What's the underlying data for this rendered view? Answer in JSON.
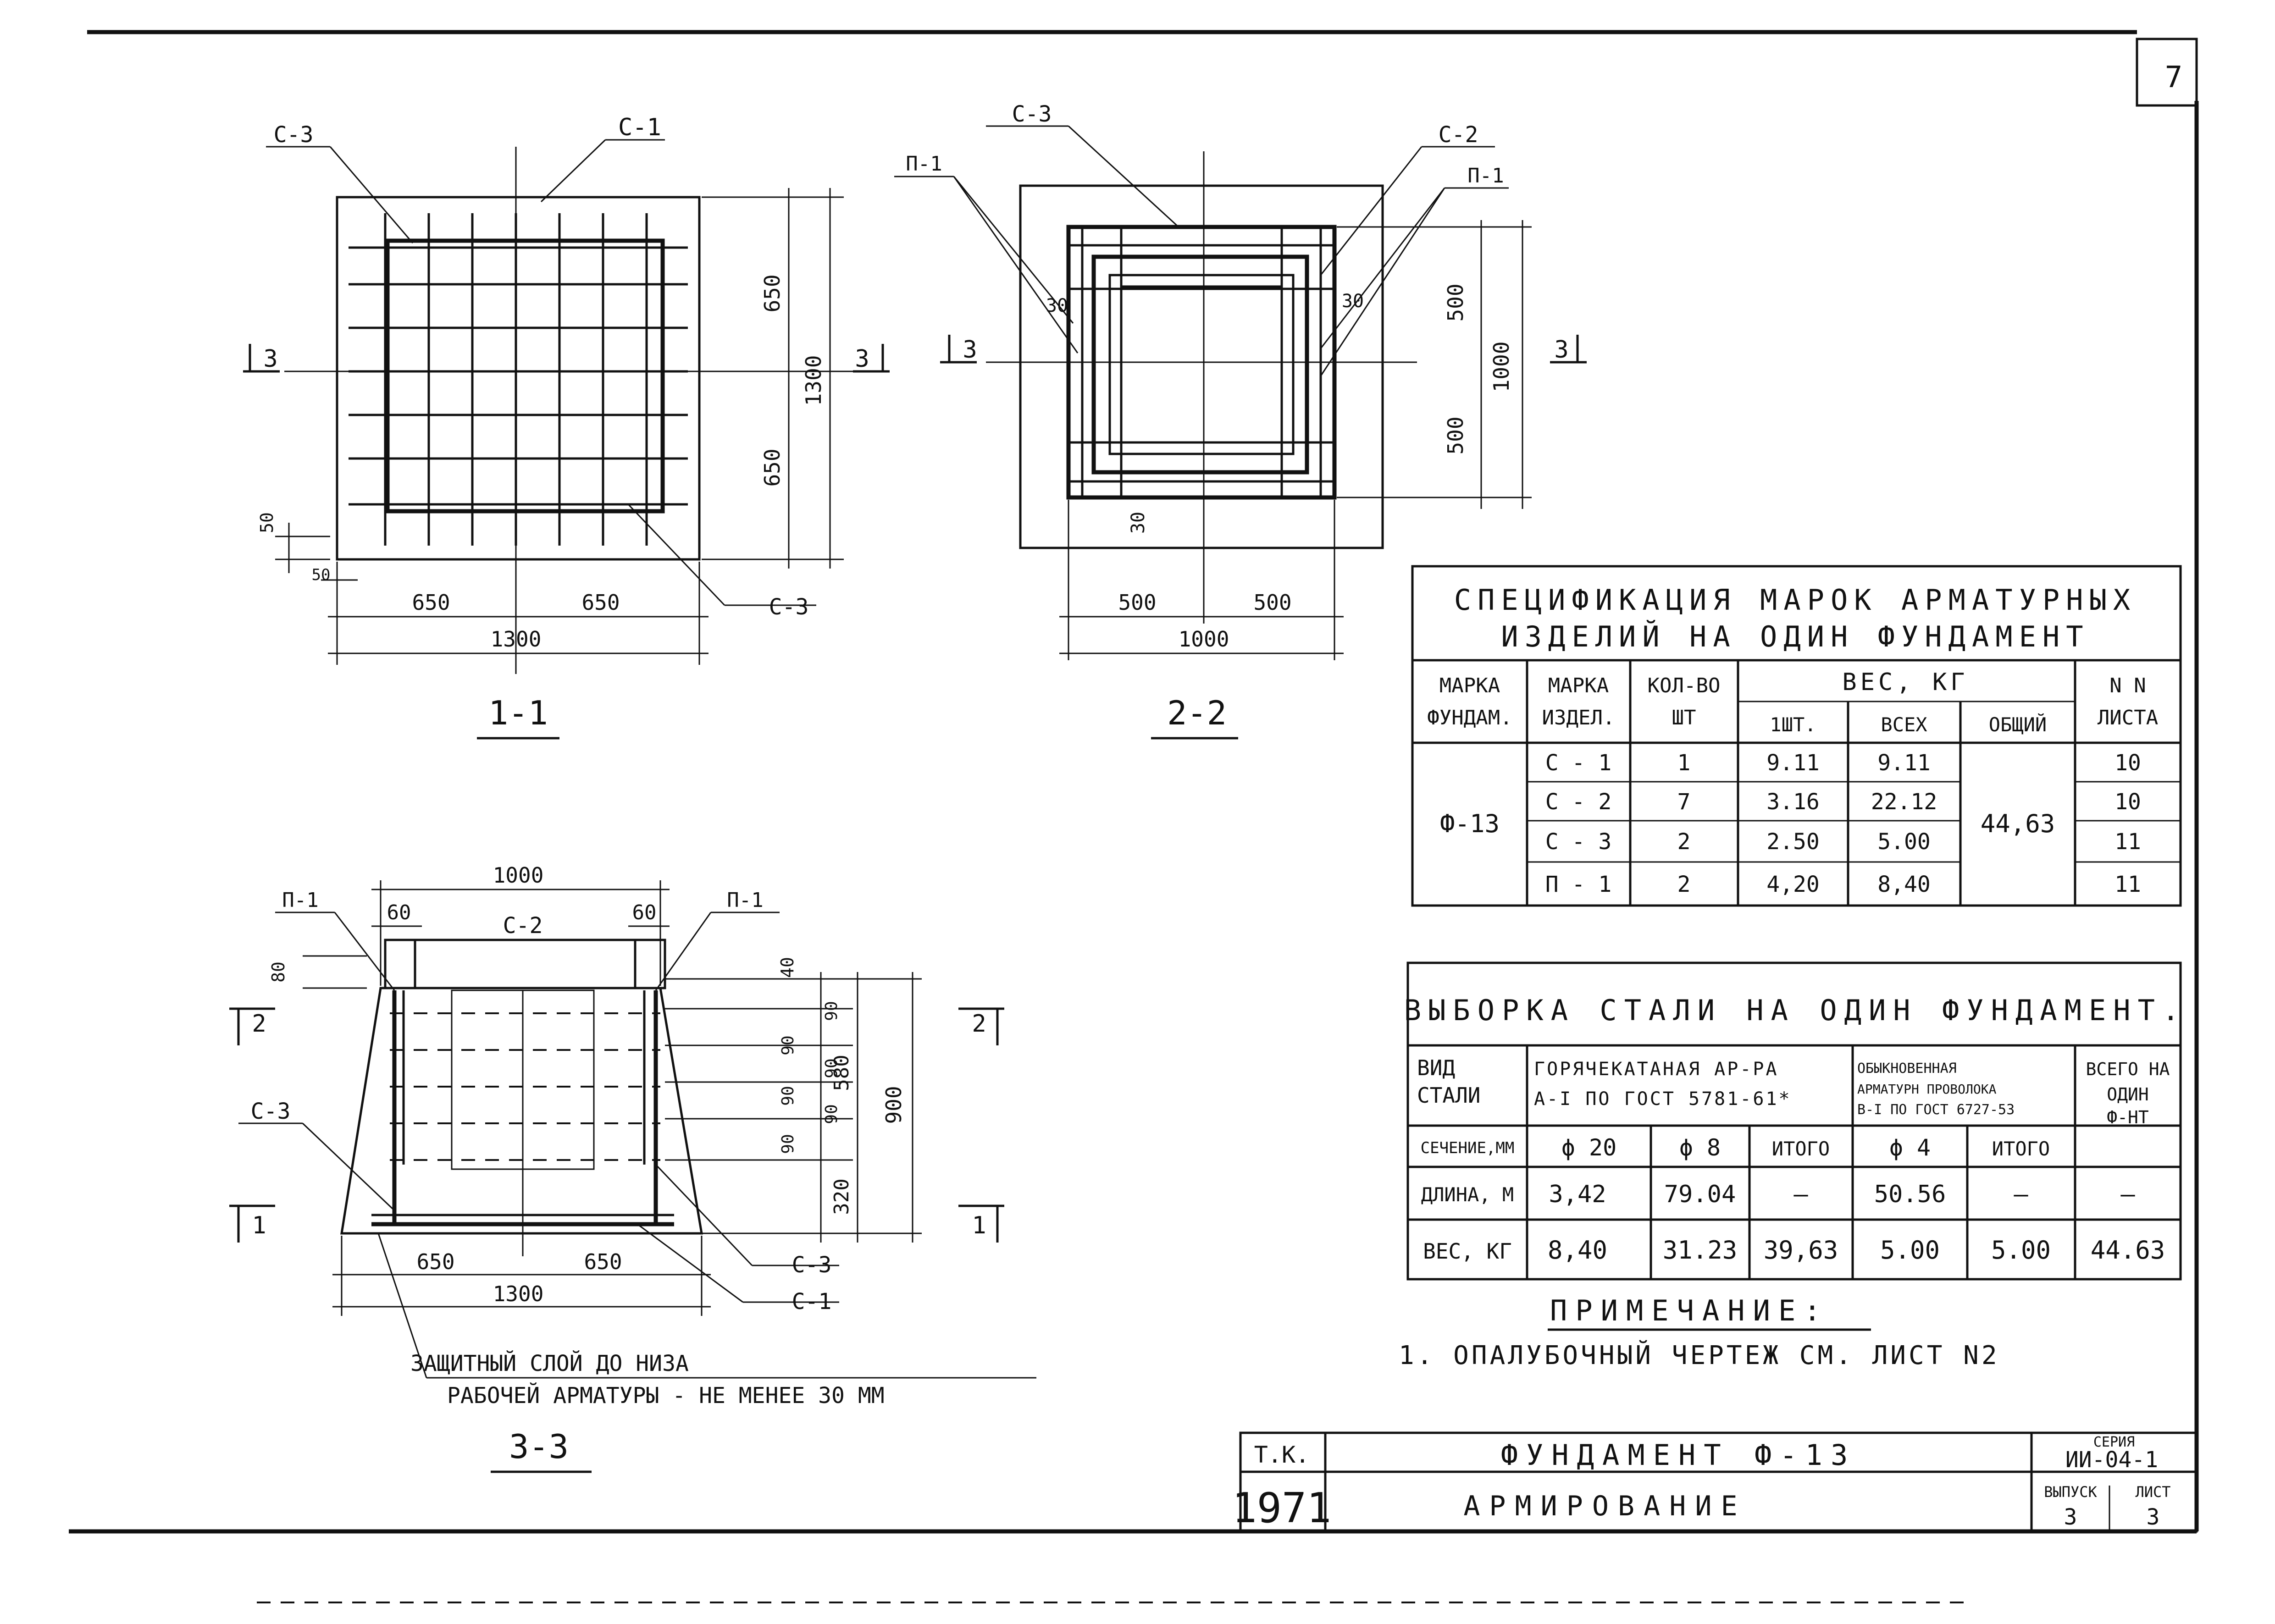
{
  "sheet": {
    "page_number": "7",
    "colors": {
      "ink": "#111111",
      "paper": "#ffffff"
    }
  },
  "section_1": {
    "title": "1-1",
    "labels": {
      "c1": "С-1",
      "c3_top": "С-3",
      "c3_bottom": "С-3",
      "cut_left": "3",
      "cut_right": "3"
    },
    "dims": {
      "half_h_top": "650",
      "total_v": "1300",
      "half_h_bottom": "650",
      "half_w_left": "650",
      "half_w_right": "650",
      "total_w": "1300",
      "cover_v": "50",
      "cover_h": "50"
    }
  },
  "section_2": {
    "title": "2-2",
    "labels": {
      "c3": "С-3",
      "c2": "С-2",
      "p1_left": "П-1",
      "p1_right": "П-1",
      "cut_left": "3",
      "cut_right": "3"
    },
    "dims": {
      "cover_left": "30",
      "cover_right": "30",
      "cover_bottom": "30",
      "half_top": "500",
      "total_v": "1000",
      "half_bottom": "500",
      "half_w_left": "500",
      "half_w_right": "500",
      "total_w": "1000"
    }
  },
  "section_3": {
    "title": "3-3",
    "labels": {
      "p1_left": "П-1",
      "p1_right": "П-1",
      "c2": "С-2",
      "c3_left": "С-3",
      "c3_right": "С-3",
      "c1": "С-1",
      "cut_2_left": "2",
      "cut_2_right": "2",
      "cut_1_left": "1",
      "cut_1_right": "1"
    },
    "dims": {
      "top_w": "1000",
      "left_60": "60",
      "right_60": "60",
      "d80": "80",
      "d40": "40",
      "s90_1": "90",
      "s90_2": "90",
      "s90_3": "90",
      "s90_4": "90",
      "s90_5": "90",
      "s90_6": "90",
      "d580": "580",
      "d900": "900",
      "d320": "320",
      "w650_left": "650",
      "w650_right": "650",
      "w1300": "1300"
    },
    "note_line1": "ЗАЩИТНЫЙ СЛОЙ ДО НИЗА",
    "note_line2": "РАБОЧЕЙ АРМАТУРЫ - НЕ МЕНЕЕ 30 ММ"
  },
  "spec_table": {
    "title_line1": "СПЕЦИФИКАЦИЯ МАРОК АРМАТУРНЫХ",
    "title_line2": "ИЗДЕЛИЙ НА ОДИН ФУНДАМЕНТ",
    "headers": {
      "marka_fund": [
        "МАРКА",
        "ФУНДАМ."
      ],
      "marka_izd": [
        "МАРКА",
        "ИЗДЕЛ."
      ],
      "kol": [
        "КОЛ-ВО",
        "ШТ"
      ],
      "ves": "ВЕС, КГ",
      "ves_1": "1ШТ.",
      "ves_all": "ВСЕХ",
      "ves_total": "ОБЩИЙ",
      "list_no": [
        "N N",
        "ЛИСТА"
      ]
    },
    "foundation": "Ф-13",
    "total_weight": "44,63",
    "rows": [
      {
        "mark": "С - 1",
        "qty": "1",
        "w1": "9.11",
        "wall": "9.11",
        "sheet": "10"
      },
      {
        "mark": "С - 2",
        "qty": "7",
        "w1": "3.16",
        "wall": "22.12",
        "sheet": "10"
      },
      {
        "mark": "С - 3",
        "qty": "2",
        "w1": "2.50",
        "wall": "5.00",
        "sheet": "11"
      },
      {
        "mark": "П - 1",
        "qty": "2",
        "w1": "4,20",
        "wall": "8,40",
        "sheet": "11"
      }
    ]
  },
  "steel_table": {
    "title": "ВЫБОРКА СТАЛИ НА ОДИН ФУНДАМЕНТ.",
    "headers": {
      "vid": [
        "ВИД",
        "СТАЛИ"
      ],
      "hot": [
        "ГОРЯЧЕКАТАНАЯ АР-РА",
        "А-I ПО ГОСТ 5781-61*"
      ],
      "wire": [
        "ОБЫКНОВЕННАЯ",
        "АРМАТУРН ПРОВОЛОКА",
        "В-I ПО ГОСТ 6727-53"
      ],
      "total": [
        "ВСЕГО НА",
        "ОДИН",
        "Ф-НТ"
      ]
    },
    "row_section": {
      "label": "СЕЧЕНИЕ,ММ",
      "c1": "ϕ 20",
      "c2": "ϕ 8",
      "c3": "ИТОГО",
      "c4": "ϕ 4",
      "c5": "ИТОГО"
    },
    "row_length": {
      "label": "ДЛИНА, М",
      "c1": "3,42",
      "c2": "79.04",
      "c3": "—",
      "c4": "50.56",
      "c5": "—",
      "c6": "—"
    },
    "row_weight": {
      "label": "ВЕС, КГ",
      "c1": "8,40",
      "c2": "31.23",
      "c3": "39,63",
      "c4": "5.00",
      "c5": "5.00",
      "c6": "44.63"
    }
  },
  "notes": {
    "heading": "ПРИМЕЧАНИЕ:",
    "item1": "1. ОПАЛУБОЧНЫЙ ЧЕРТЕЖ СМ. ЛИСТ N2"
  },
  "title_block": {
    "org": "Т.К.",
    "year": "1971",
    "name": "ФУНДАМЕНТ Ф-13",
    "subtitle": "АРМИРОВАНИЕ",
    "series_label": "СЕРИЯ",
    "series": "ИИ-04-1",
    "issue_label": "ВЫПУСК",
    "issue": "3",
    "sheet_label": "ЛИСТ",
    "sheet": "3"
  }
}
